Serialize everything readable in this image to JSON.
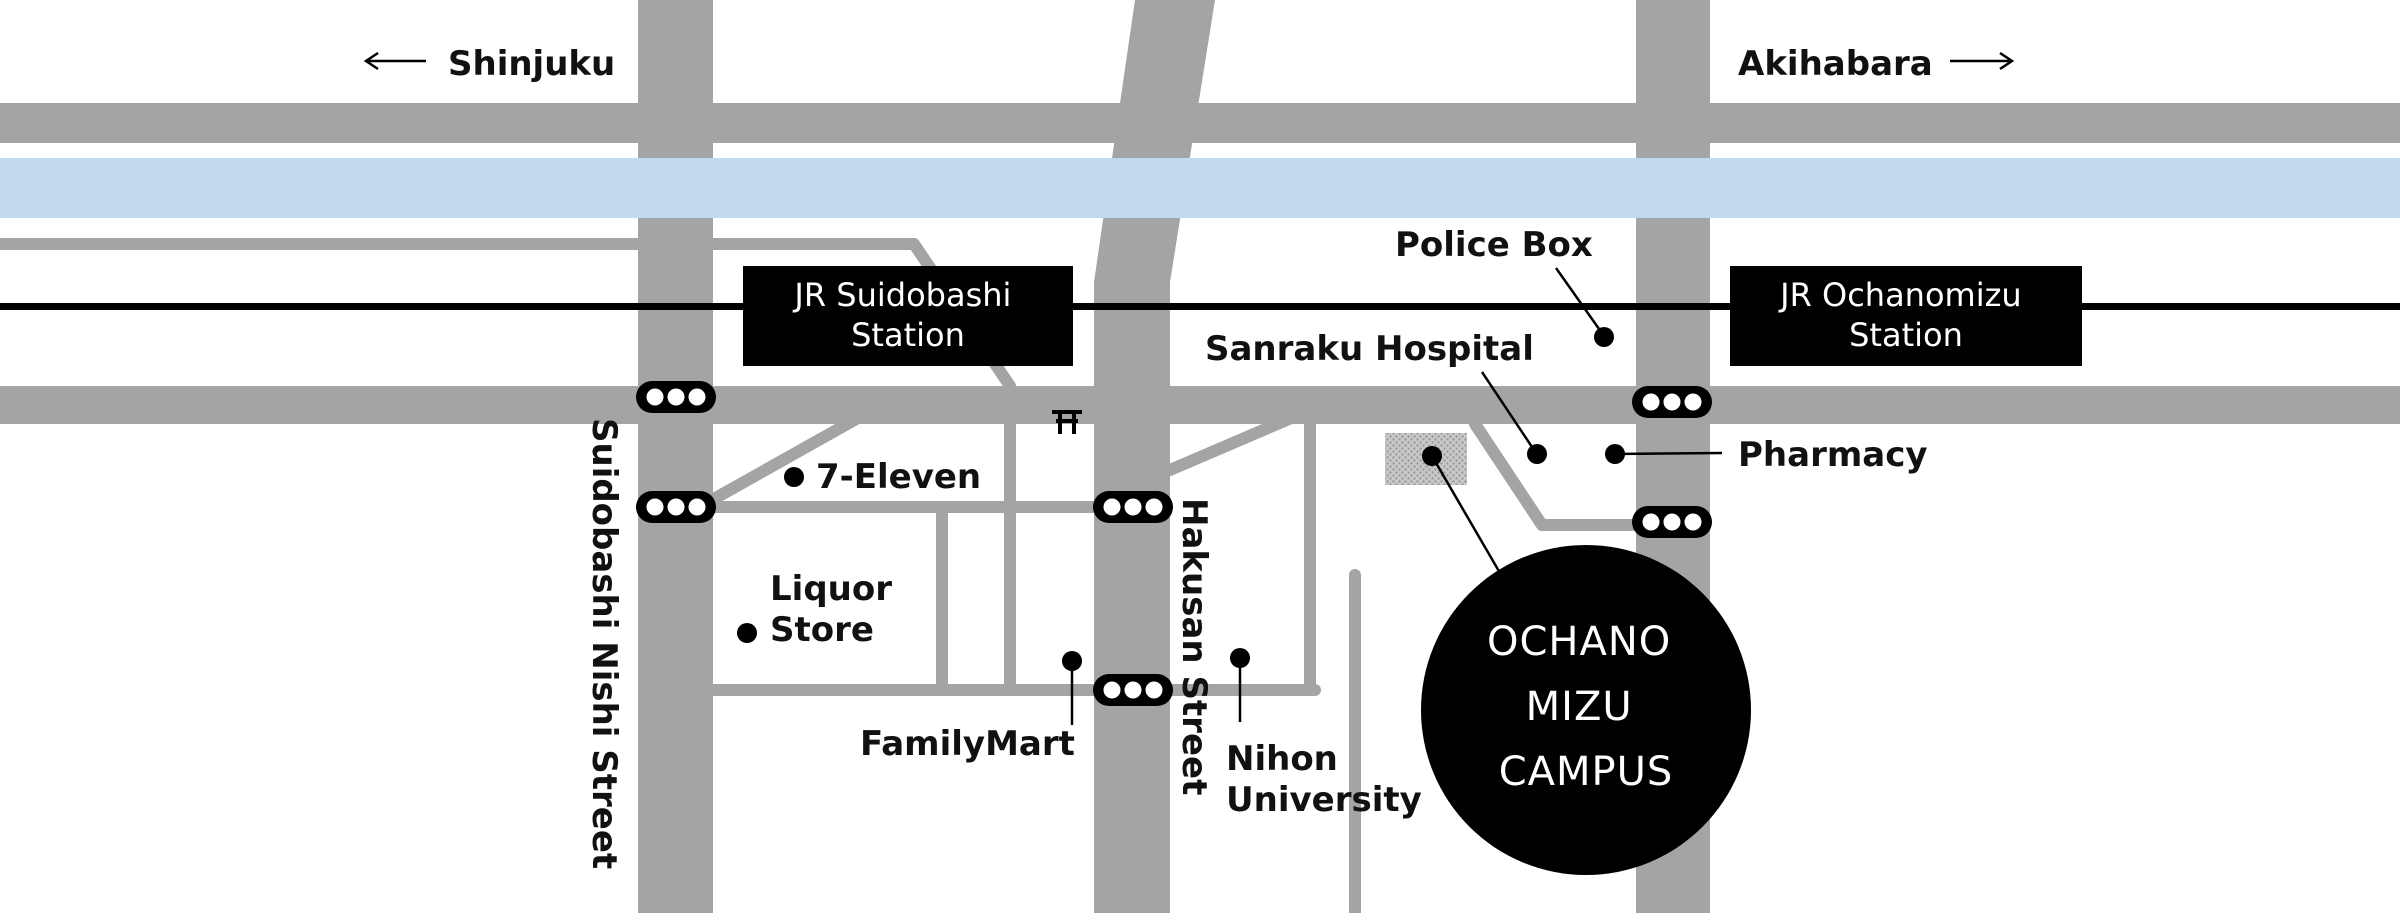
{
  "colors": {
    "road": "#a3a4a4",
    "river": "#c0d9ec",
    "ink": "#000000",
    "white": "#ffffff"
  },
  "directions": {
    "west": "Shinjuku",
    "east": "Akihabara"
  },
  "stations": {
    "suidobashi": [
      "JR Suidobashi",
      "Station"
    ],
    "ochanomizu": [
      "JR Ochanomizu",
      "Station"
    ]
  },
  "streets": {
    "suidobashi_nishi": "Suidobashi Nishi Street",
    "hakusan": "Hakusan Street"
  },
  "places": {
    "seven_eleven": "7-Eleven",
    "liquor_store": [
      "Liquor",
      "Store"
    ],
    "familymart": "FamilyMart",
    "nihon_university": [
      "Nihon",
      "University"
    ],
    "police_box": "Police Box",
    "sanraku_hospital": "Sanraku Hospital",
    "pharmacy": "Pharmacy"
  },
  "campus": [
    "OCHANO",
    "MIZU",
    "CAMPUS"
  ],
  "icons": {
    "traffic_light": "traffic-light-icon",
    "shrine": "shrine-icon",
    "arrow_west": "arrow-left-icon",
    "arrow_east": "arrow-right-icon"
  }
}
